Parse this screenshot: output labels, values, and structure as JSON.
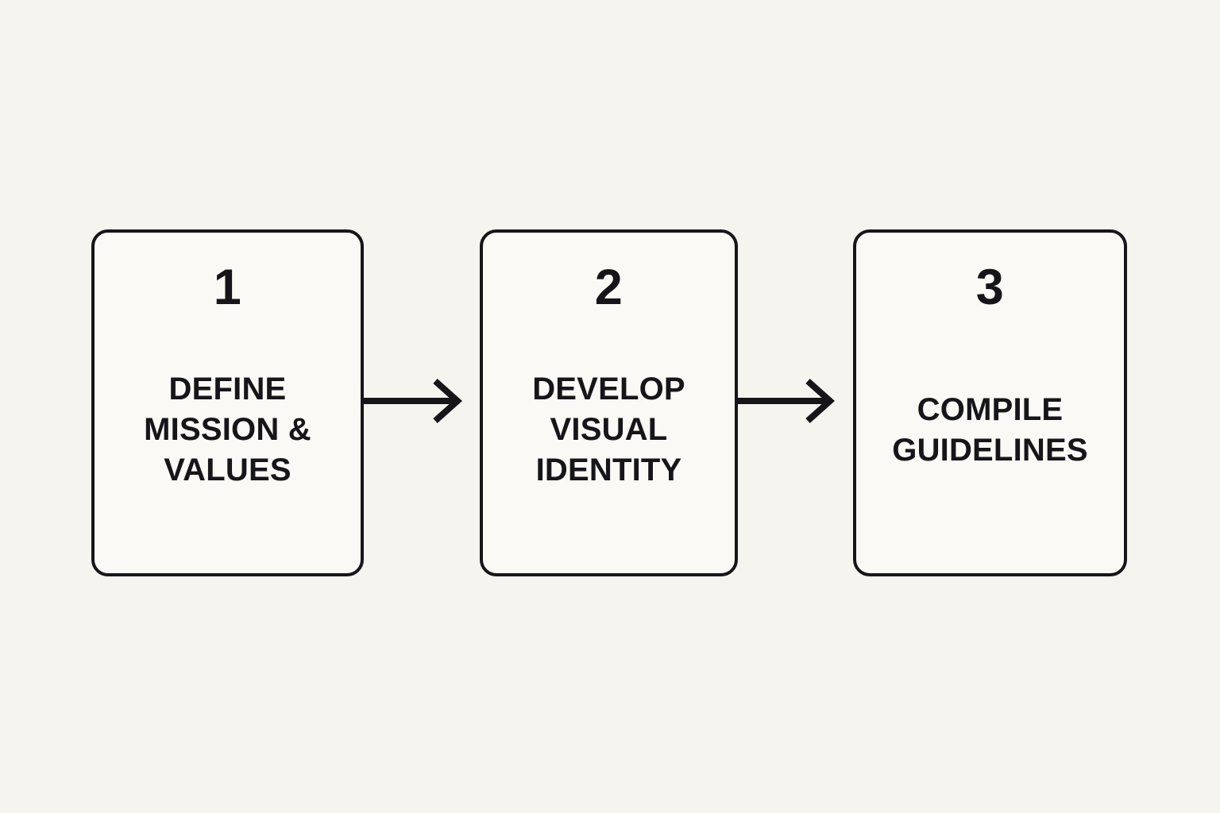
{
  "diagram": {
    "type": "horizontal-process-flow",
    "background_color": "#f6f4ef",
    "stroke_color": "#16161a",
    "box_fill_color": "#faf9f5",
    "steps": [
      {
        "number": "1",
        "label": "DEFINE\nMISSION &\nVALUES",
        "label_lines": [
          "DEFINE",
          "MISSION &",
          "VALUES"
        ]
      },
      {
        "number": "2",
        "label": "DEVELOP\nVISUAL\nIDENTITY",
        "label_lines": [
          "DEVELOP",
          "VISUAL",
          "IDENTITY"
        ]
      },
      {
        "number": "3",
        "label": "COMPILE\nGUIDELINES",
        "label_lines": [
          "COMPILE",
          "GUIDELINES"
        ]
      }
    ],
    "connectors": [
      {
        "from": "1",
        "to": "2",
        "style": "arrow-right"
      },
      {
        "from": "2",
        "to": "3",
        "style": "arrow-right"
      }
    ]
  }
}
